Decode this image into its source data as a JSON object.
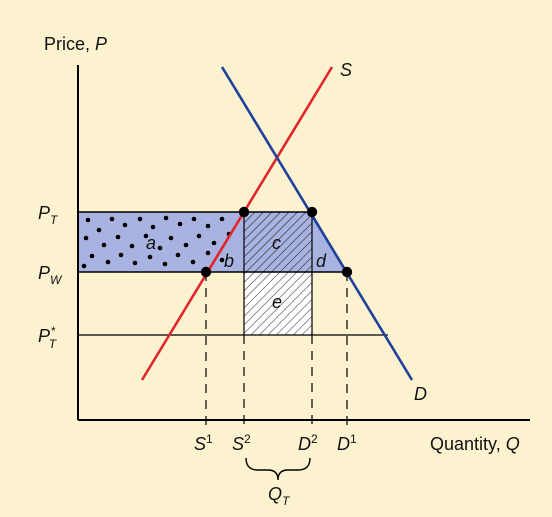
{
  "axes": {
    "y_label_text": "Price, ",
    "y_label_var": "P",
    "x_label_text": "Quantity, ",
    "x_label_var": "Q"
  },
  "curves": {
    "supply_label": "S",
    "demand_label": "D",
    "supply_color": "#e0262b",
    "demand_color": "#1f3f9c"
  },
  "price_labels": {
    "pt_main": "P",
    "pt_sub": "T",
    "pw_main": "P",
    "pw_sub": "W",
    "pts_main": "P",
    "pts_sup": "*",
    "pts_sub": "T"
  },
  "quantity_labels": {
    "s1_main": "S",
    "s1_sup": "1",
    "s2_main": "S",
    "s2_sup": "2",
    "d2_main": "D",
    "d2_sup": "2",
    "d1_main": "D",
    "d1_sup": "1",
    "qt_main": "Q",
    "qt_sub": "T"
  },
  "areas": {
    "a": "a",
    "b": "b",
    "c": "c",
    "d": "d",
    "e": "e",
    "fill_color": "#a9b3e1"
  }
}
